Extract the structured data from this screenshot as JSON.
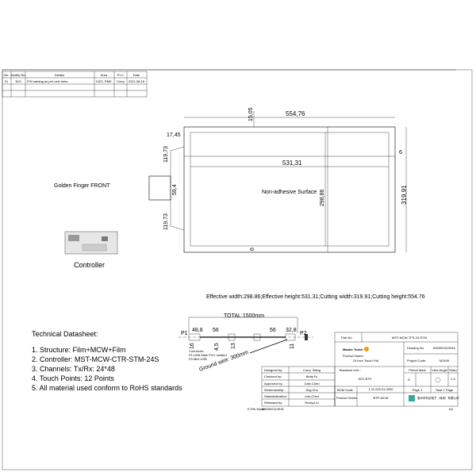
{
  "revision_table": {
    "headers": [
      "Ver.",
      "Modify No.",
      "Details",
      "Area",
      "P.I.C",
      "Date"
    ],
    "rows": [
      [
        "01",
        "NOI",
        "P/N naming as per new rules",
        "DZG, RMK",
        "Curry",
        "2021.08.18"
      ]
    ]
  },
  "drawing": {
    "dims": {
      "total_length": "554,76",
      "tail_offset": "15,05",
      "top_margin": "17,45",
      "tail_upper": "119,73",
      "tail_lower": "119,73",
      "right_margin": "6",
      "eff_width": "531,31",
      "finger_width": "59,4",
      "eff_height": "298,86",
      "cut_height": "319,91",
      "bottom_margin": "6"
    },
    "golden_finger_label": "Golden Finger FRONT",
    "surface_label": "Non-adhesive Surface",
    "controller_label": "Controller",
    "summary": "Effective width:298.86;Effective height:531.31;Cutting width:319.91;Cutting height:554.76"
  },
  "cable": {
    "total": "TOTAL:1500mm",
    "p1": "P1",
    "p2": "P2",
    "d1": "48,8",
    "d2": "56",
    "d3": "56",
    "d4": "32,8",
    "d5": "16",
    "d6": "4,5",
    "d7": "13",
    "d8": "11",
    "connector_note": [
      "Connector:",
      "P1:USB Male PVC molded",
      "P2:Mini USB"
    ],
    "ground": "Ground wire: 300mm"
  },
  "datasheet": {
    "title": "Technical Datasheet:",
    "items": [
      "1. Structure: Film+MCW+Film",
      "2. Controller: MST-MCW-CTR-STM-24S",
      "3. Channels: Tx/Rx: 24*48",
      "4. Touch Points: 12 Points",
      "5. All material used conform to RoHS standards"
    ]
  },
  "title_block": {
    "part_no_label": "Part No.",
    "part_no": "MST-MCW-TFS-24-STM",
    "brand": "Master Touch",
    "product_name_label": "Product Name:",
    "product_name": "24 inch Touch Foil",
    "drawing_no_label": "Drawing No.",
    "drawing_no": "M24052110916",
    "project_code_label": "Project Code:",
    "project_code": "M2405",
    "business_unit_label": "Business Unit :",
    "business_unit": "SNT-BTP",
    "period_mark_label": "Period Mark",
    "period_mark": "A",
    "view_angle_label": "View Angle",
    "ratio_label": "Ratio",
    "ratio": "1:3",
    "bom_code_label": "BOM Code",
    "bom_code": "1.11.240.01.0000",
    "page": "Page 1",
    "total_pages": "Total 1 Page",
    "product_series_label": "Product Series",
    "product_series": "BTP-MCW",
    "company": "惠州市科创电子（深圳）有限公司",
    "signatures": [
      [
        "Designed by:",
        "Curry. Wang"
      ],
      [
        "Checked by:",
        "Betty.Fu"
      ],
      [
        "Approved by:",
        "Cate.Chen"
      ],
      [
        "Workmanship:",
        "Jing.Chu"
      ],
      [
        "Standardization:",
        "Link.Chen"
      ],
      [
        "Released by:",
        "Rocky.Liu"
      ]
    ],
    "efile_label": "E-File Name:",
    "efile": "M24052110916",
    "sheet": "A3"
  }
}
